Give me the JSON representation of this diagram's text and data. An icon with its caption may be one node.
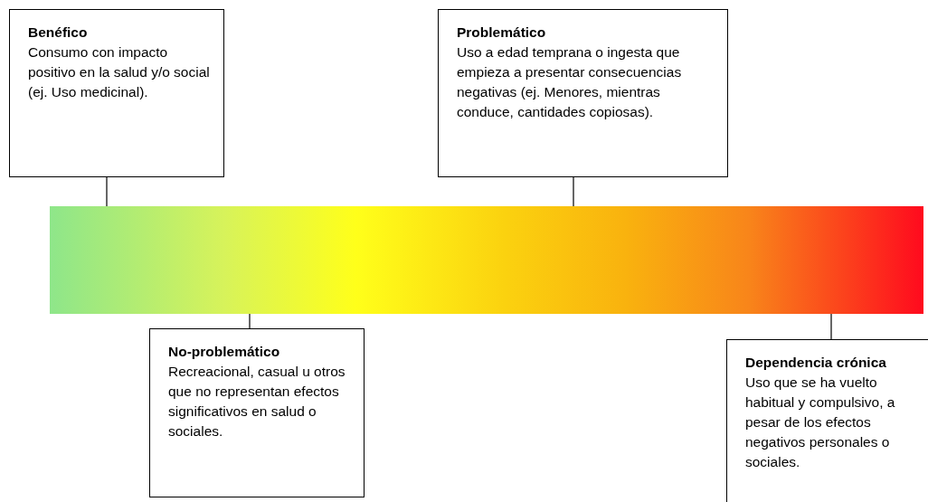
{
  "diagram": {
    "nodes": [
      {
        "text": [
          "Benéfico",
          "Consumo con impacto positivo en la salud y/o social (ej. Uso medicinal)."
        ]
      },
      {
        "text": [
          "Problemático",
          "Uso a edad temprana o ingesta que empieza a presentar consecuencias negativas (ej. Menores, mientras conduce, cantidades copiosas)."
        ]
      },
      {
        "text": [],
        "shape": "bar"
      },
      {
        "text": [
          "No-problemático",
          "Recreacional, casual u otros que no representan efectos significativos en salud o sociales."
        ]
      },
      {
        "text": [
          "Dependencia crónica",
          "Uso que se ha vuelto habitual y compulsivo, a pesar de los efectos negativos personales o sociales."
        ]
      }
    ],
    "edges": [
      {
        "from": 0,
        "to": 2,
        "arrow": "none"
      },
      {
        "from": 1,
        "to": 2,
        "arrow": "none"
      },
      {
        "from": 3,
        "to": 2,
        "arrow": "none"
      },
      {
        "from": 4,
        "to": 2,
        "arrow": "none"
      }
    ]
  }
}
